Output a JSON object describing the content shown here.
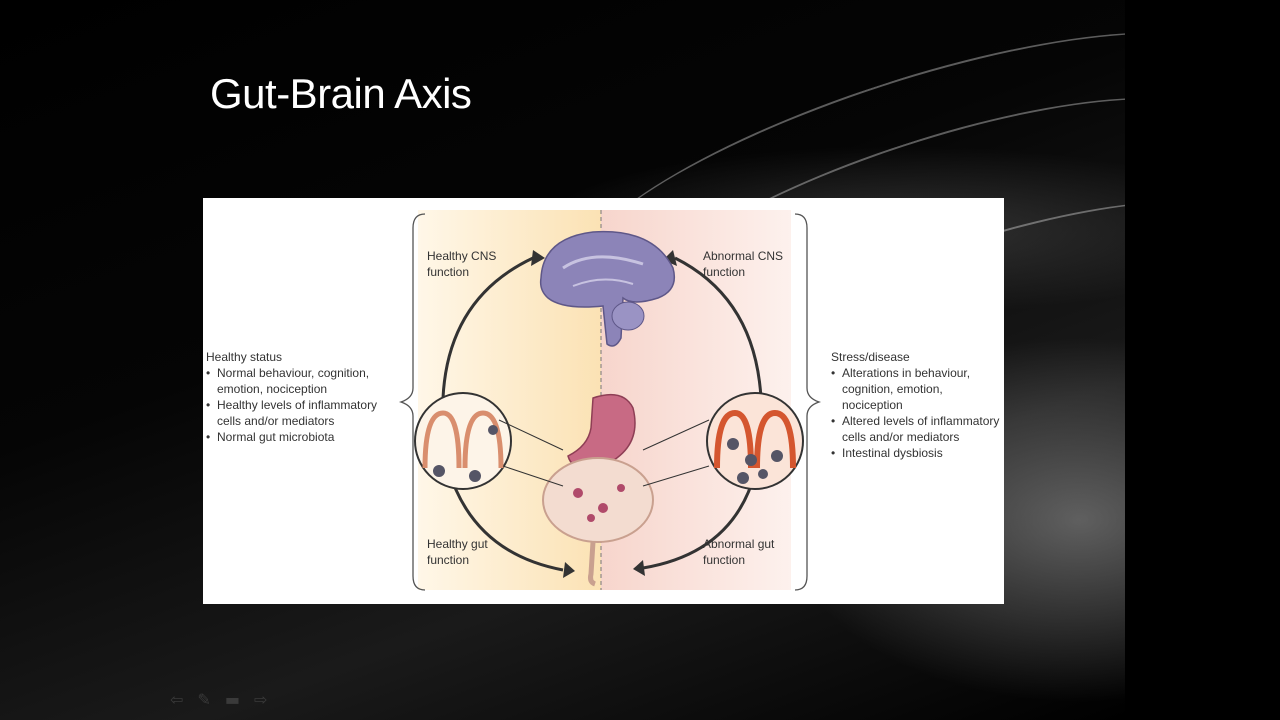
{
  "slide": {
    "title": "Gut-Brain Axis"
  },
  "figure": {
    "healthy_cns": [
      "Healthy CNS",
      "function"
    ],
    "abnormal_cns": [
      "Abnormal CNS",
      "function"
    ],
    "healthy_gut": [
      "Healthy gut",
      "function"
    ],
    "abnormal_gut": [
      "Abnormal gut",
      "function"
    ],
    "healthy_status": {
      "heading": "Healthy status",
      "items": [
        "Normal behaviour, cognition, emotion, nociception",
        "Healthy levels of inflammatory cells and/or mediators",
        "Normal gut microbiota"
      ]
    },
    "stress_disease": {
      "heading": "Stress/disease",
      "items": [
        "Alterations in behaviour, cognition, emotion, nociception",
        "Altered levels of inflammatory cells and/or mediators",
        "Intestinal dysbiosis"
      ]
    },
    "colors": {
      "healthy_bg": "#fbe6c0",
      "abnormal_bg": "#f6d3c9",
      "brain": "#8f86b6",
      "stomach": "#c96e86",
      "arrow": "#333333"
    }
  },
  "nav": {
    "icons": [
      "back-arrow-icon",
      "pen-icon",
      "screen-icon",
      "forward-arrow-icon"
    ],
    "glyphs": [
      "⇦",
      "✎",
      "▬",
      "⇨"
    ]
  }
}
